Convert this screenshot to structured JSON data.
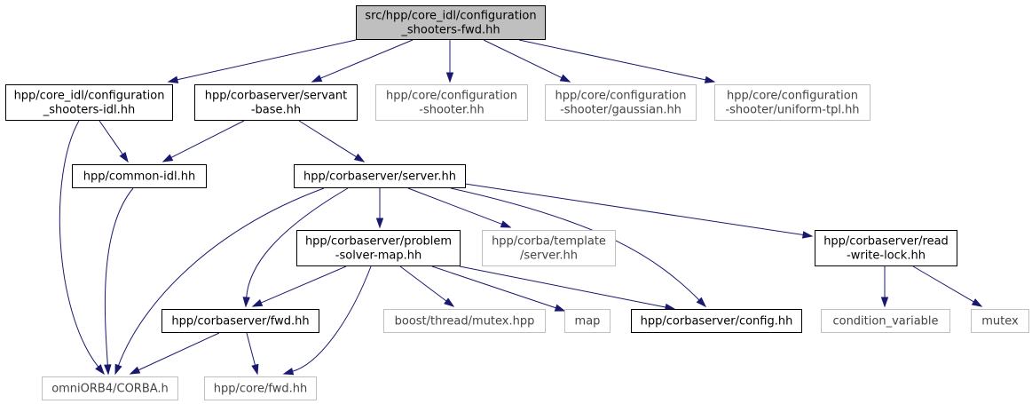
{
  "colors": {
    "root_fill": "#bfbfbf",
    "root_stroke": "#000000",
    "node_fill": "#ffffff",
    "documented_stroke": "#000000",
    "external_stroke": "#bfbfbf",
    "edge": "#191970"
  },
  "nodes": [
    {
      "id": "root",
      "lines": [
        "src/hpp/core_idl/configuration",
        "_shooters-fwd.hh"
      ],
      "kind": "root"
    },
    {
      "id": "shooters_idl",
      "lines": [
        "hpp/core_idl/configuration",
        "_shooters-idl.hh"
      ],
      "kind": "documented"
    },
    {
      "id": "servant_base",
      "lines": [
        "hpp/corbaserver/servant",
        "-base.hh"
      ],
      "kind": "documented"
    },
    {
      "id": "config_shooter",
      "lines": [
        "hpp/core/configuration",
        "-shooter.hh"
      ],
      "kind": "external"
    },
    {
      "id": "config_shooter_gaussian",
      "lines": [
        "hpp/core/configuration",
        "-shooter/gaussian.hh"
      ],
      "kind": "external"
    },
    {
      "id": "config_shooter_uniform",
      "lines": [
        "hpp/core/configuration",
        "-shooter/uniform-tpl.hh"
      ],
      "kind": "external"
    },
    {
      "id": "common_idl",
      "lines": [
        "hpp/common-idl.hh"
      ],
      "kind": "documented"
    },
    {
      "id": "server",
      "lines": [
        "hpp/corbaserver/server.hh"
      ],
      "kind": "documented"
    },
    {
      "id": "problem_solver_map",
      "lines": [
        "hpp/corbaserver/problem",
        "-solver-map.hh"
      ],
      "kind": "documented"
    },
    {
      "id": "corba_template_server",
      "lines": [
        "hpp/corba/template",
        "/server.hh"
      ],
      "kind": "external"
    },
    {
      "id": "read_write_lock",
      "lines": [
        "hpp/corbaserver/read",
        "-write-lock.hh"
      ],
      "kind": "documented"
    },
    {
      "id": "corbaserver_fwd",
      "lines": [
        "hpp/corbaserver/fwd.hh"
      ],
      "kind": "documented"
    },
    {
      "id": "boost_mutex",
      "lines": [
        "boost/thread/mutex.hpp"
      ],
      "kind": "external"
    },
    {
      "id": "map",
      "lines": [
        "map"
      ],
      "kind": "external"
    },
    {
      "id": "corbaserver_config",
      "lines": [
        "hpp/corbaserver/config.hh"
      ],
      "kind": "documented"
    },
    {
      "id": "condition_variable",
      "lines": [
        "condition_variable"
      ],
      "kind": "external"
    },
    {
      "id": "mutex",
      "lines": [
        "mutex"
      ],
      "kind": "external"
    },
    {
      "id": "omniorb",
      "lines": [
        "omniORB4/CORBA.h"
      ],
      "kind": "external"
    },
    {
      "id": "core_fwd",
      "lines": [
        "hpp/core/fwd.hh"
      ],
      "kind": "external"
    }
  ],
  "edges": [
    {
      "from": "root",
      "to": "shooters_idl"
    },
    {
      "from": "root",
      "to": "servant_base"
    },
    {
      "from": "root",
      "to": "config_shooter"
    },
    {
      "from": "root",
      "to": "config_shooter_gaussian"
    },
    {
      "from": "root",
      "to": "config_shooter_uniform"
    },
    {
      "from": "shooters_idl",
      "to": "common_idl"
    },
    {
      "from": "shooters_idl",
      "to": "omniorb"
    },
    {
      "from": "servant_base",
      "to": "common_idl"
    },
    {
      "from": "servant_base",
      "to": "server"
    },
    {
      "from": "common_idl",
      "to": "omniorb"
    },
    {
      "from": "server",
      "to": "omniorb"
    },
    {
      "from": "server",
      "to": "corbaserver_fwd"
    },
    {
      "from": "server",
      "to": "problem_solver_map"
    },
    {
      "from": "server",
      "to": "corba_template_server"
    },
    {
      "from": "server",
      "to": "corbaserver_config"
    },
    {
      "from": "server",
      "to": "read_write_lock"
    },
    {
      "from": "problem_solver_map",
      "to": "corbaserver_fwd"
    },
    {
      "from": "problem_solver_map",
      "to": "core_fwd"
    },
    {
      "from": "problem_solver_map",
      "to": "boost_mutex"
    },
    {
      "from": "problem_solver_map",
      "to": "map"
    },
    {
      "from": "problem_solver_map",
      "to": "corbaserver_config"
    },
    {
      "from": "corbaserver_fwd",
      "to": "omniorb"
    },
    {
      "from": "corbaserver_fwd",
      "to": "core_fwd"
    },
    {
      "from": "read_write_lock",
      "to": "condition_variable"
    },
    {
      "from": "read_write_lock",
      "to": "mutex"
    }
  ]
}
